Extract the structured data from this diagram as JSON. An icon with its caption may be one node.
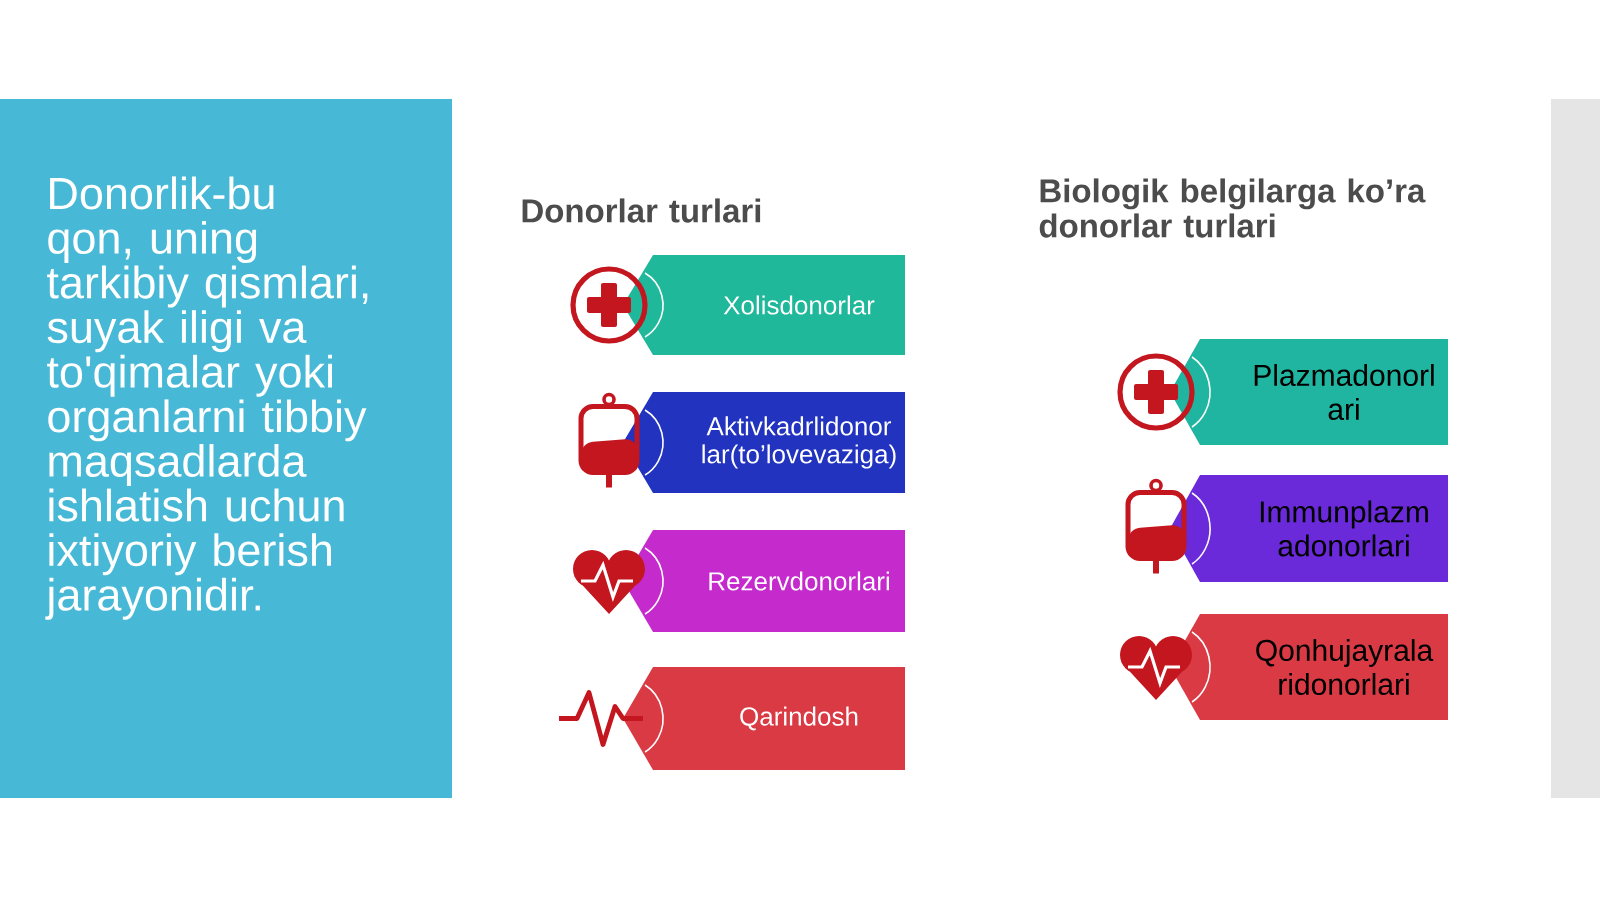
{
  "diagram": {
    "nodes": [
      {
        "text": [
          "Donorlik-bu qon, uning tarkibiy qismlari, suyak iligi va to'qimalar yoki organlarni tibbiy maqsadlarda ishlatish uchun ixtiyoriy  berish jarayonidir."
        ]
      },
      {
        "text": [
          "Xolisdonorlar"
        ]
      },
      {
        "text": [
          "Aktivkadrlidonor lar(to’lovevaziga)"
        ]
      },
      {
        "text": [
          "Rezervdonorlari"
        ]
      },
      {
        "text": [
          "Qarindosh"
        ]
      },
      {
        "text": [
          "Plazmadonorl ari"
        ]
      },
      {
        "text": [
          "Immunplazm adonorlari"
        ]
      },
      {
        "text": [
          "Qonhujayrala ridonorlari"
        ]
      }
    ],
    "labels": [
      "Biologik belgilarga ko’ra donorlar turlari",
      "Donorlar turlari"
    ]
  }
}
